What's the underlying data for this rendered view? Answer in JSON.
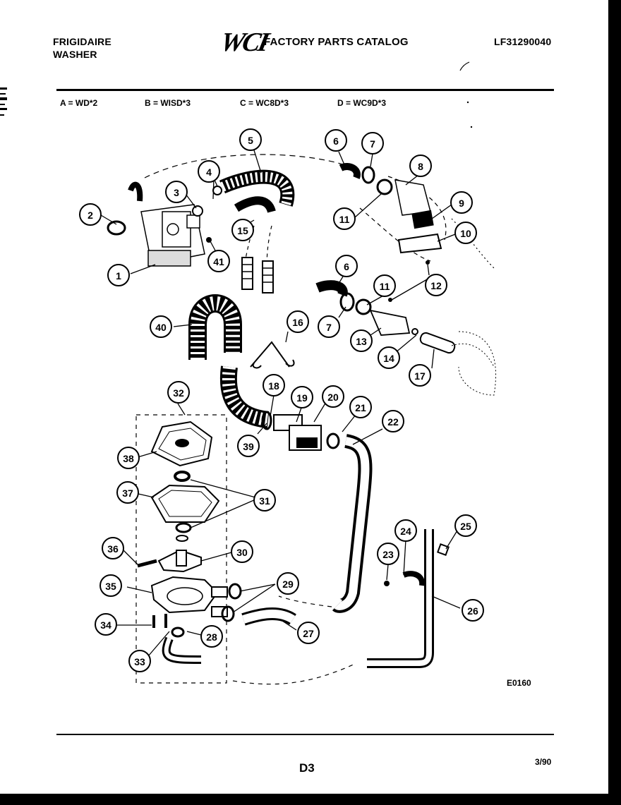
{
  "header": {
    "brand_line1": "FRIGIDAIRE",
    "brand_line2": "WASHER",
    "logo": "WCI",
    "catalog_title": "FACTORY PARTS CATALOG",
    "catalog_number": "LF31290040"
  },
  "legend": [
    "A = WD*2",
    "B = WISD*3",
    "C = WC8D*3",
    "D = WC9D*3"
  ],
  "diagram": {
    "callouts": [
      "1",
      "2",
      "3",
      "4",
      "5",
      "6",
      "7",
      "8",
      "9",
      "10",
      "11",
      "15",
      "41",
      "6",
      "11",
      "12",
      "7",
      "13",
      "14",
      "17",
      "40",
      "16",
      "32",
      "18",
      "19",
      "20",
      "21",
      "22",
      "38",
      "39",
      "37",
      "31",
      "36",
      "30",
      "35",
      "29",
      "24",
      "25",
      "23",
      "26",
      "34",
      "28",
      "27",
      "33"
    ],
    "drawing_code": "E0160"
  },
  "footer": {
    "page": "D3",
    "date": "3/90"
  }
}
